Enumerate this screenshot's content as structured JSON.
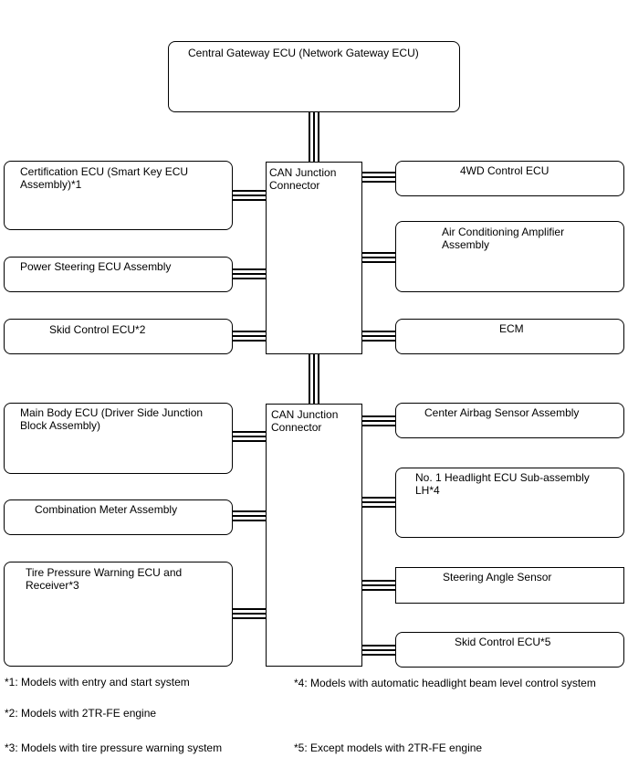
{
  "gateway": "Central Gateway ECU (Network Gateway ECU)",
  "junction1": "CAN Junction\nConnector",
  "junction2": "CAN Junction\nConnector",
  "left1": [
    "Certification ECU (Smart Key ECU\nAssembly)*1",
    "Power Steering ECU Assembly",
    "Skid Control ECU*2"
  ],
  "right1": [
    "4WD Control ECU",
    "Air Conditioning Amplifier\nAssembly",
    "ECM"
  ],
  "left2": [
    "Main Body ECU (Driver Side Junction\nBlock Assembly)",
    "Combination Meter Assembly",
    "Tire Pressure Warning ECU and\nReceiver*3"
  ],
  "right2": [
    "Center Airbag Sensor Assembly",
    "No. 1 Headlight ECU Sub-assembly\nLH*4",
    "Steering Angle Sensor",
    "Skid Control ECU*5"
  ],
  "notes": [
    "*1: Models with entry and start system",
    "*4: Models with automatic headlight beam level control system",
    "*2: Models with 2TR-FE engine",
    "*3: Models with tire pressure warning system",
    "*5: Except models with 2TR-FE engine"
  ]
}
